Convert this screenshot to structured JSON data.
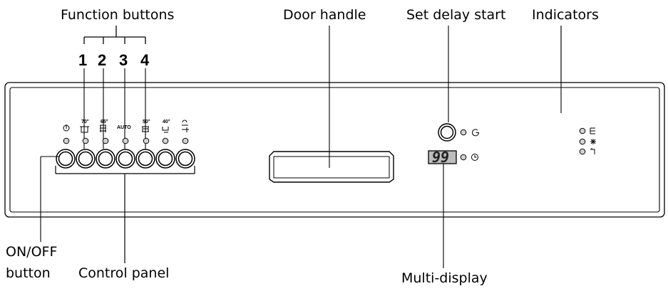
{
  "callouts": {
    "function_buttons": "Function buttons",
    "door_handle": "Door handle",
    "set_delay_start": "Set delay start",
    "indicators": "Indicators",
    "on_off_line1": "ON/OFF",
    "on_off_line2": "button",
    "control_panel": "Control panel",
    "multi_display": "Multi-display"
  },
  "function_numbers": [
    "1",
    "2",
    "3",
    "4"
  ],
  "program_labels": {
    "temp_70": "70°",
    "temp_65": "65°",
    "auto": "AUTO",
    "temp_50": "50°",
    "temp_40": "40°"
  },
  "display": {
    "value": "99"
  },
  "icons": {
    "power": "power-icon",
    "pot": "pot-icon",
    "dishes": "dishes-icon",
    "glass": "glass-icon",
    "rinse": "rinse-icon",
    "half_load": "half-load-icon",
    "delay": "delay-clock-icon",
    "time": "time-clock-icon",
    "salt": "salt-icon",
    "rinse_aid": "rinse-aid-icon",
    "tap": "tap-icon"
  }
}
